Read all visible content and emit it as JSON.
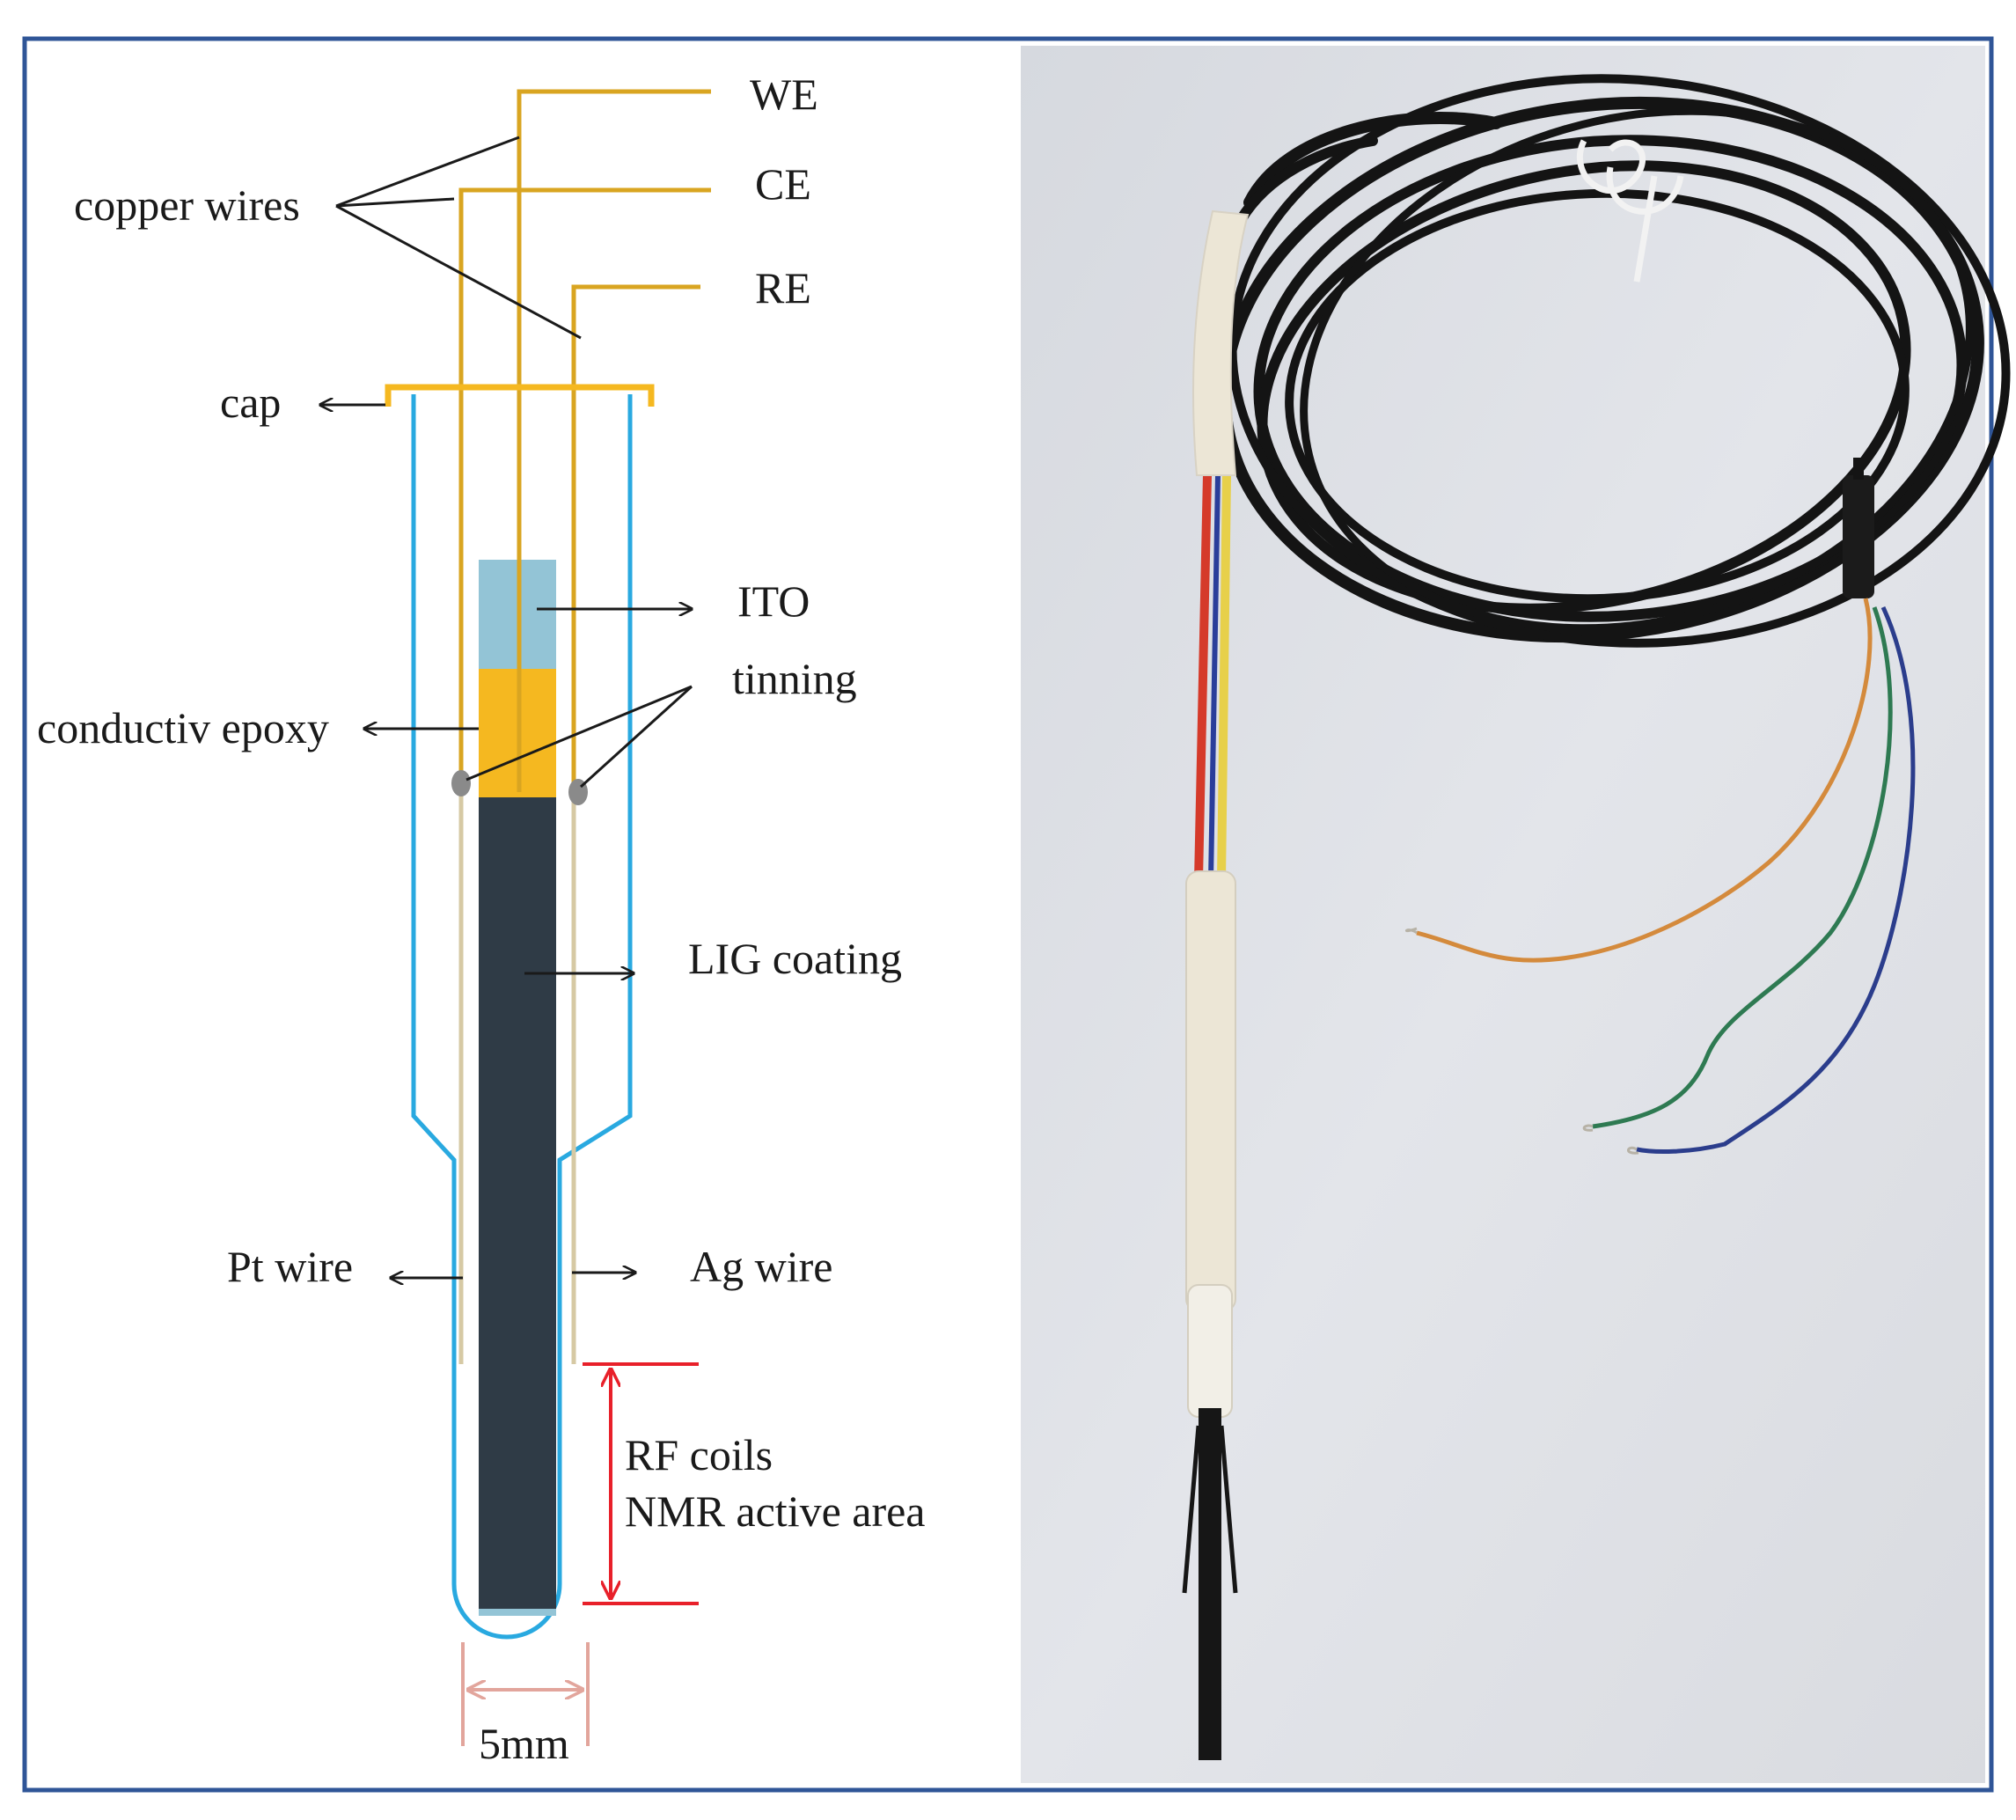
{
  "colors": {
    "frame": "#2f5597",
    "copper_wire": "#d9a521",
    "tube": "#29a9e0",
    "ito": "#93c4d6",
    "epoxy": "#f5b820",
    "lig": "#2f3b46",
    "thin_wire": "#d6c9a4",
    "tinning": "#8a8a8a",
    "rf_marker": "#e8202a",
    "dimension": "#e2a59c",
    "arrow": "#1a1a1a",
    "photo_background": "#dfe1e6",
    "cable": "#141414",
    "tape": "#ece6d6",
    "lead_orange": "#d48a3c",
    "lead_green": "#2e7a52",
    "lead_blue": "#2b3d8c"
  },
  "diagram": {
    "labels": {
      "we": "WE",
      "ce": "CE",
      "re": "RE",
      "copper_wires": "copper wires",
      "cap": "cap",
      "ito": "ITO",
      "tinning": "tinning",
      "conductive_epoxy": "conductiv epoxy",
      "lig_coating": "LIG coating",
      "pt_wire": "Pt wire",
      "ag_wire": "Ag wire",
      "rf_coils": "RF coils",
      "nmr_active_area": "NMR active area",
      "diameter": "5mm"
    }
  },
  "photo": {
    "subject": "assembled electrochemical NMR probe with cable"
  }
}
